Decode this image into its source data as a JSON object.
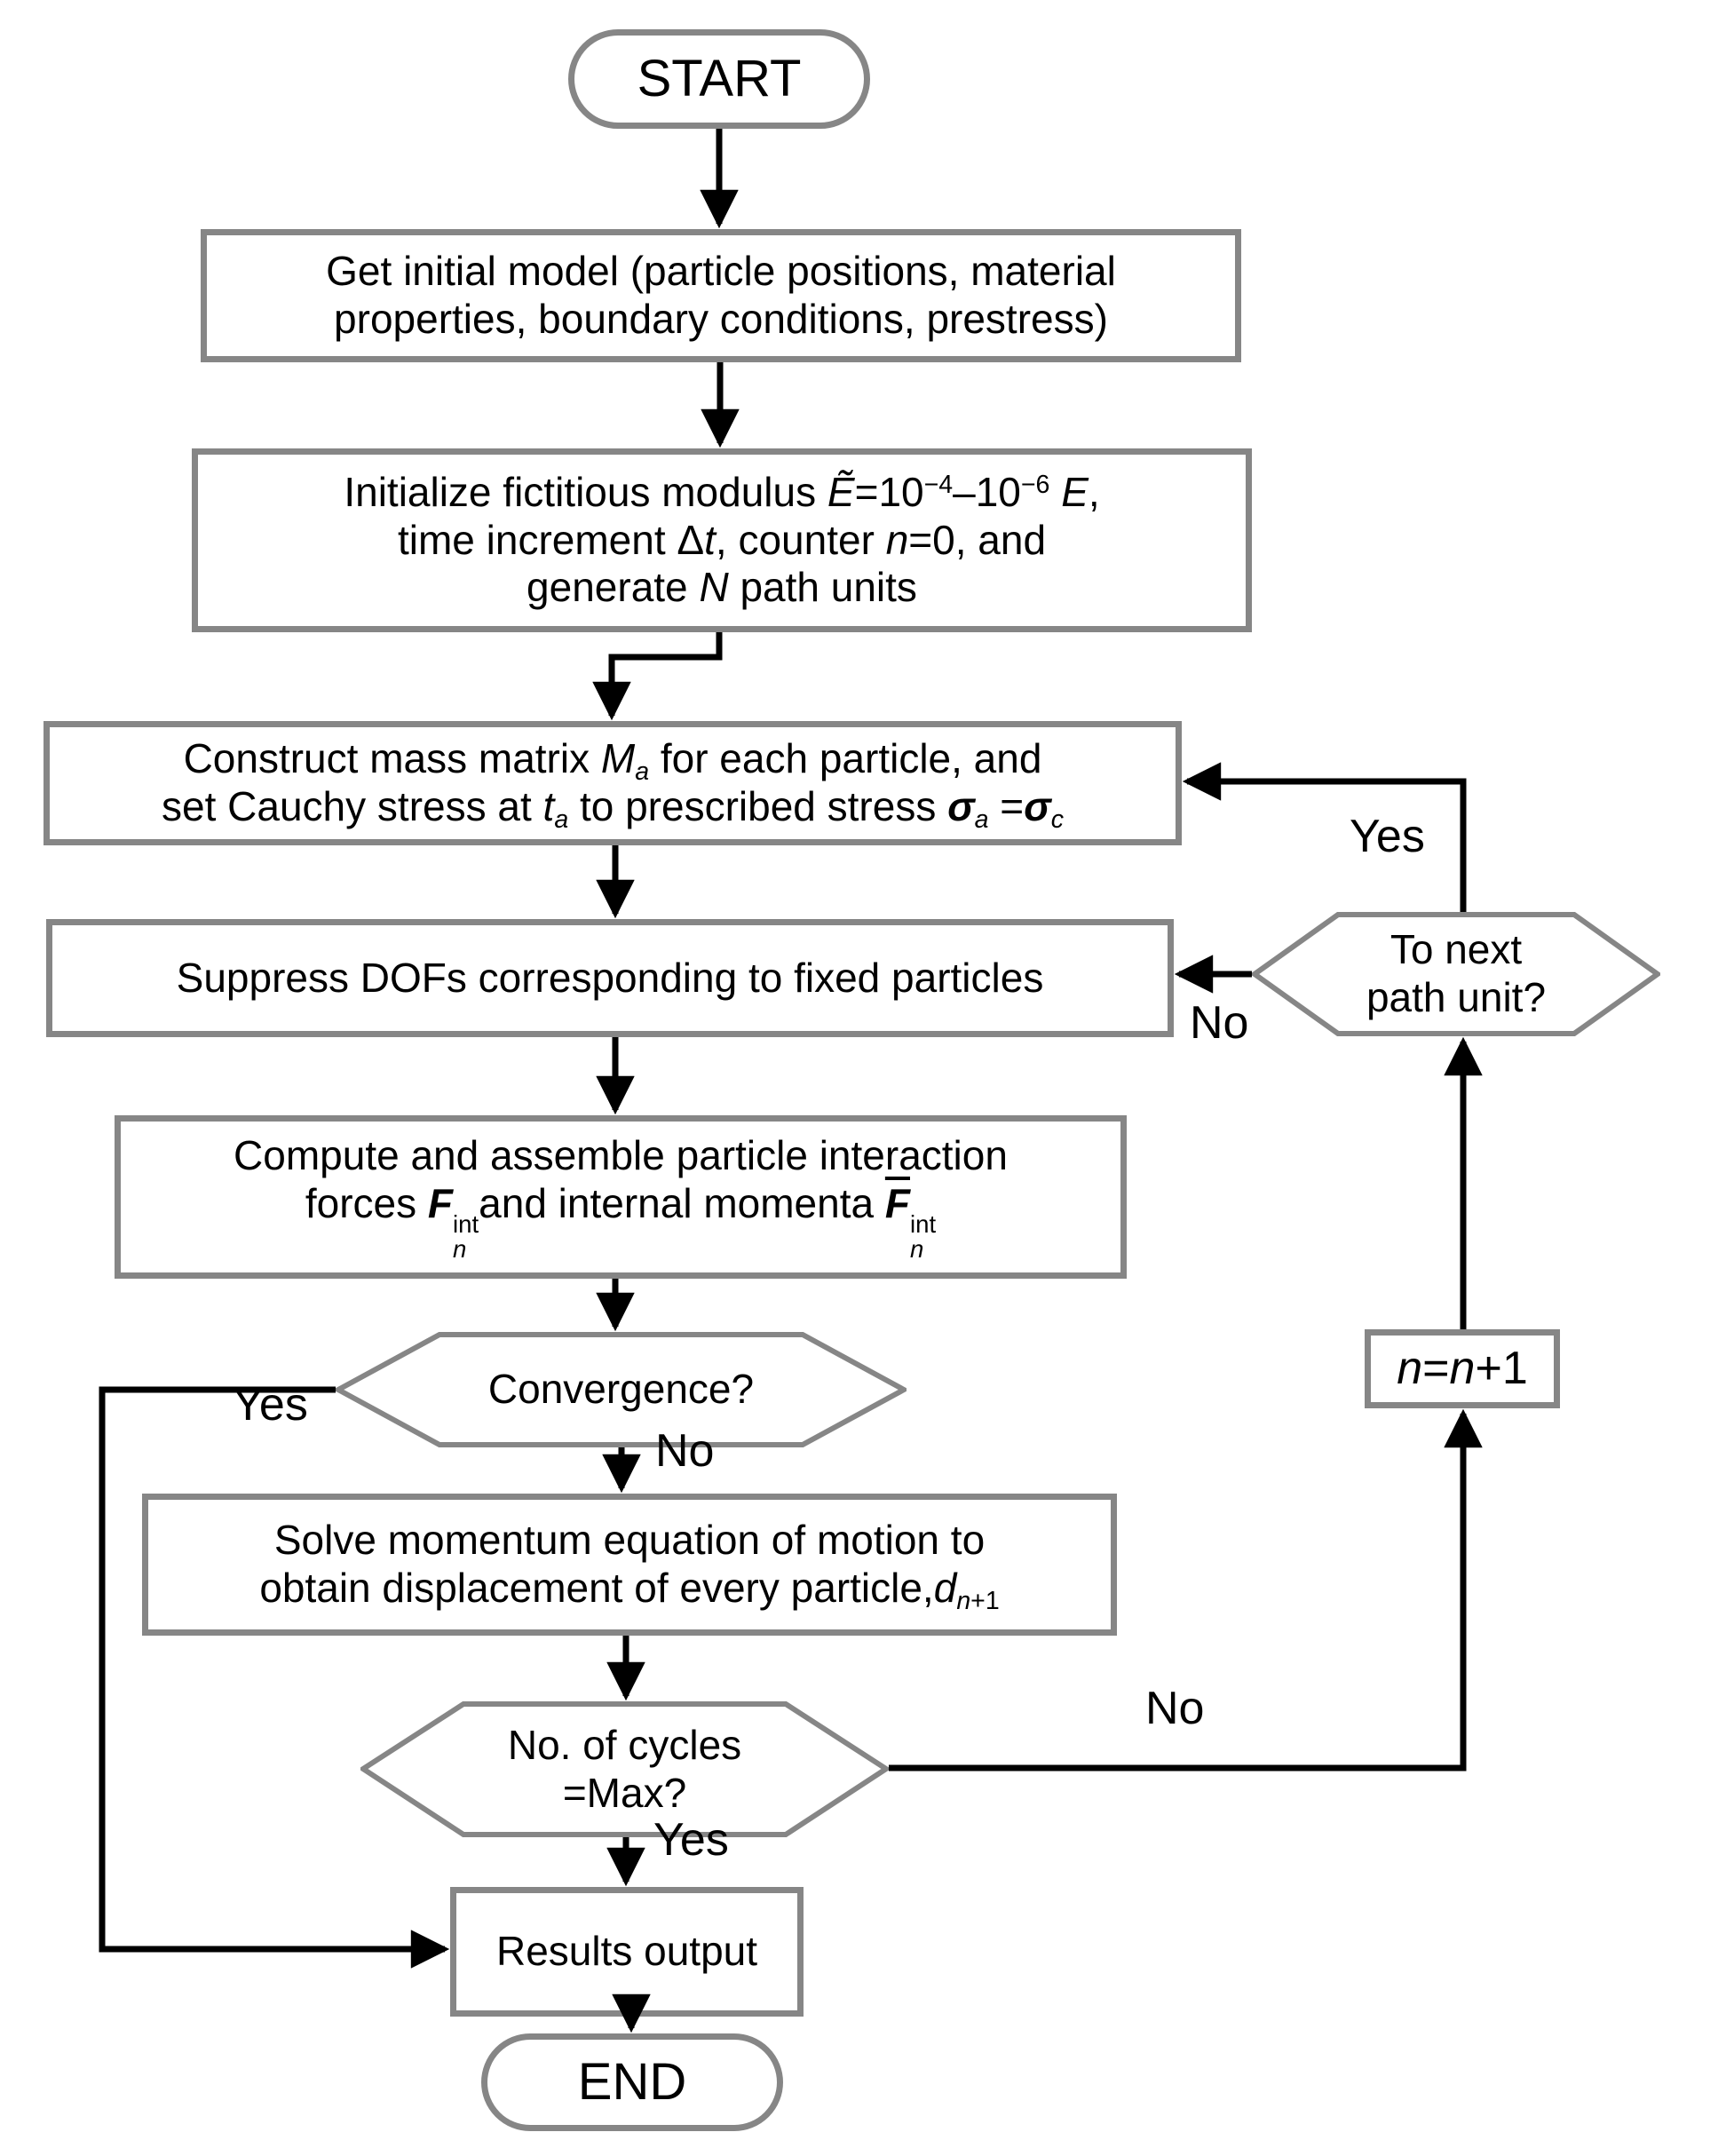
{
  "colors": {
    "border": "#868686",
    "line": "#000000",
    "bg": "#ffffff",
    "text": "#000000"
  },
  "nodes": {
    "start": {
      "label": "START"
    },
    "end": {
      "label": "END"
    },
    "get_initial_model": {
      "lines": [
        [
          {
            "t": "Get initial model (particle positions, material"
          }
        ],
        [
          {
            "t": "properties, boundary conditions, prestress)"
          }
        ]
      ]
    },
    "initialize_modulus": {
      "lines": [
        [
          {
            "t": "Initialize fictitious modulus "
          },
          {
            "t": "Ẽ",
            "i": 1
          },
          {
            "t": "=10"
          },
          {
            "t": "−4",
            "sup": 1
          },
          {
            "t": "–10"
          },
          {
            "t": "−6",
            "sup": 1
          },
          {
            "t": " "
          },
          {
            "t": "E",
            "i": 1
          },
          {
            "t": ","
          }
        ],
        [
          {
            "t": "time increment "
          },
          {
            "t": "Δ"
          },
          {
            "t": "t",
            "i": 1
          },
          {
            "t": ", counter "
          },
          {
            "t": "n",
            "i": 1
          },
          {
            "t": "=0, and"
          }
        ],
        [
          {
            "t": "generate "
          },
          {
            "t": "N",
            "i": 1
          },
          {
            "t": " path units"
          }
        ]
      ]
    },
    "construct_mass_matrix": {
      "lines": [
        [
          {
            "t": "Construct mass matrix "
          },
          {
            "t": "M",
            "i": 1
          },
          {
            "t": "a",
            "sub": 1,
            "i": 1
          },
          {
            "t": " for each particle, and"
          }
        ],
        [
          {
            "t": "set Cauchy stress at "
          },
          {
            "t": "t",
            "i": 1
          },
          {
            "t": "a",
            "sub": 1,
            "i": 1
          },
          {
            "t": " to prescribed stress "
          },
          {
            "t": "σ",
            "i": 1,
            "b": 1
          },
          {
            "t": "a",
            "sub": 1,
            "i": 1
          },
          {
            "t": " ="
          },
          {
            "t": "σ",
            "i": 1,
            "b": 1
          },
          {
            "t": "c",
            "sub": 1,
            "i": 1
          }
        ]
      ]
    },
    "suppress_dofs": {
      "lines": [
        [
          {
            "t": "Suppress DOFs corresponding to fixed particles"
          }
        ]
      ]
    },
    "compute_forces": {
      "lines": [
        [
          {
            "t": "Compute and assemble particle interaction"
          }
        ],
        [
          {
            "t": "forces "
          },
          {
            "t": "F",
            "i": 1,
            "b": 1
          },
          {
            "stack": 1,
            "top": "int",
            "bot": "n"
          },
          {
            "t": "and internal momenta "
          },
          {
            "t": "F",
            "i": 1,
            "b": 1,
            "over": 1
          },
          {
            "stack": 1,
            "top": "int",
            "bot": "n"
          }
        ]
      ]
    },
    "convergence": {
      "lines": [
        [
          {
            "t": "Convergence?"
          }
        ]
      ]
    },
    "solve_momentum": {
      "lines": [
        [
          {
            "t": "Solve momentum equation of motion to"
          }
        ],
        [
          {
            "t": "obtain displacement of every particle,"
          },
          {
            "t": "d",
            "i": 1
          },
          {
            "t": "n",
            "sub": 1,
            "i": 1
          },
          {
            "t": "+1",
            "sub": 1
          }
        ]
      ]
    },
    "cycles_max": {
      "lines": [
        [
          {
            "t": "No. of cycles"
          }
        ],
        [
          {
            "t": "=Max?"
          }
        ]
      ]
    },
    "results_output": {
      "lines": [
        [
          {
            "t": "Results output"
          }
        ]
      ]
    },
    "increment_n": {
      "lines": [
        [
          {
            "t": "n",
            "i": 1
          },
          {
            "t": "="
          },
          {
            "t": "n",
            "i": 1
          },
          {
            "t": "+1"
          }
        ]
      ]
    },
    "to_next_path_unit": {
      "lines": [
        [
          {
            "t": "To next"
          }
        ],
        [
          {
            "t": "path unit?"
          }
        ]
      ]
    }
  },
  "edge_labels": {
    "conv_yes": "Yes",
    "conv_no": "No",
    "cycles_yes": "Yes",
    "cycles_no": "No",
    "path_yes": "Yes",
    "path_no": "No"
  }
}
